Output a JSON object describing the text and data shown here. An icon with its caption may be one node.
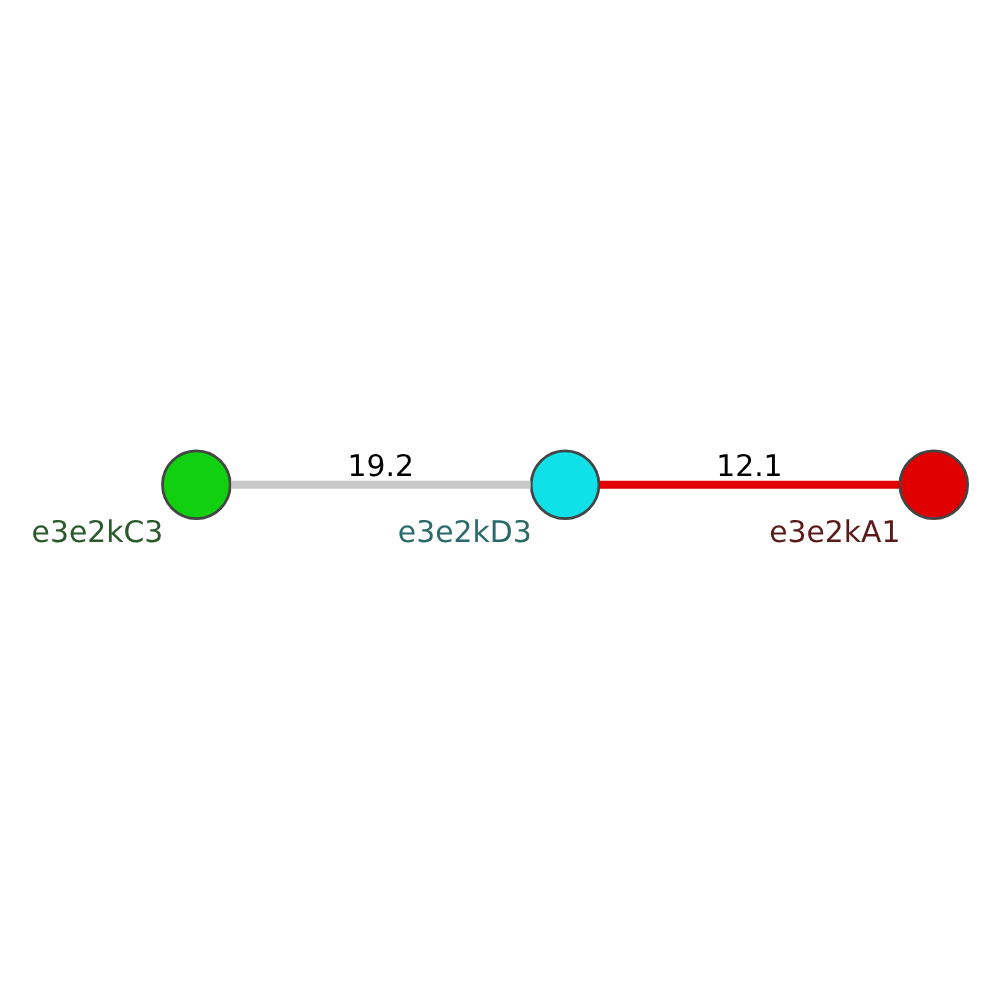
{
  "diagram": {
    "nodes": [
      {
        "text": [],
        "shape": "circle",
        "beside": [
          "e3e2kA1"
        ]
      },
      {
        "text": [],
        "shape": "circle",
        "beside": [
          "e3e2kC3"
        ]
      },
      {
        "text": [],
        "shape": "circle",
        "beside": [
          "e3e2kD3"
        ]
      }
    ],
    "edges": [
      {
        "from": 1,
        "to": 2,
        "arrow": "none",
        "label": "19.2",
        "color": "#c8c8c8"
      },
      {
        "from": 2,
        "to": 0,
        "arrow": "none",
        "label": "12.1",
        "color": "#e00000"
      }
    ]
  }
}
